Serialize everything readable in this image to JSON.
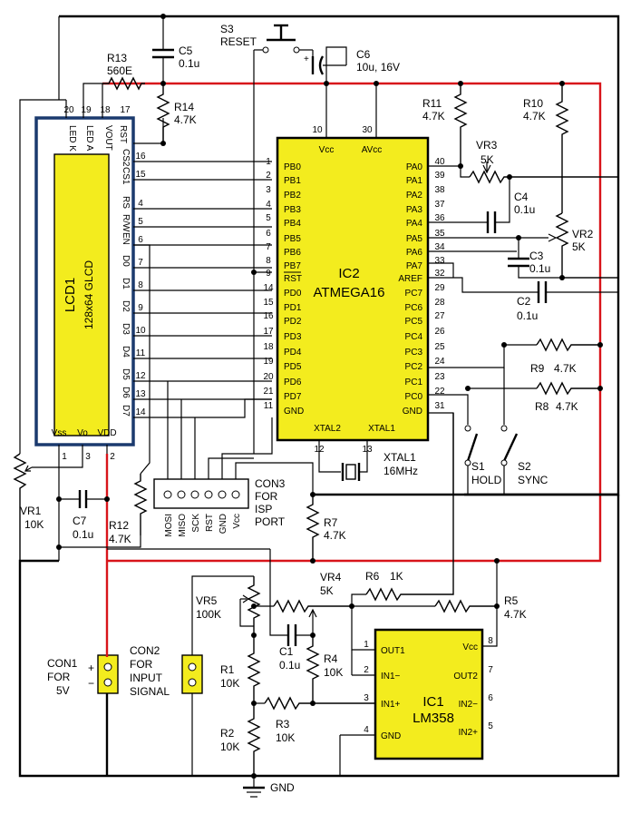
{
  "colors": {
    "chip_fill": "#f3ec1e",
    "vcc_rail": "#d8141a",
    "wire": "#000000",
    "lcd_screen": "#f3ec1e"
  },
  "lcd": {
    "name": "LCD1",
    "type": "128x64 GLCD",
    "top_pins": [
      {
        "num": "20",
        "name": "LED K"
      },
      {
        "num": "19",
        "name": "LED A"
      },
      {
        "num": "18",
        "name": "VOUT"
      },
      {
        "num": "17",
        "name": "RST"
      },
      {
        "num": "16",
        "name": "CS2"
      },
      {
        "num": "15",
        "name": "CS1"
      },
      {
        "num": "4",
        "name": "RS"
      },
      {
        "num": "5",
        "name": "R/W"
      },
      {
        "num": "6",
        "name": "EN"
      },
      {
        "num": "7",
        "name": "D0"
      },
      {
        "num": "8",
        "name": "D1"
      },
      {
        "num": "9",
        "name": "D2"
      },
      {
        "num": "10",
        "name": "D3"
      },
      {
        "num": "11",
        "name": "D4"
      },
      {
        "num": "12",
        "name": "D5"
      },
      {
        "num": "13",
        "name": "D6"
      },
      {
        "num": "14",
        "name": "D7"
      }
    ],
    "bottom_pins": [
      {
        "num": "1",
        "name": "Vss"
      },
      {
        "num": "3",
        "name": "Vo"
      },
      {
        "num": "2",
        "name": "VDD"
      }
    ]
  },
  "ic2": {
    "name": "IC2",
    "part": "ATMEGA16",
    "vcc": {
      "num": "10",
      "name": "Vcc"
    },
    "avcc": {
      "num": "30",
      "name": "AVcc"
    },
    "left_pins": [
      {
        "num": "1",
        "name": "PB0"
      },
      {
        "num": "2",
        "name": "PB1"
      },
      {
        "num": "3",
        "name": "PB2"
      },
      {
        "num": "4",
        "name": "PB3"
      },
      {
        "num": "5",
        "name": "PB4"
      },
      {
        "num": "6",
        "name": "PB5"
      },
      {
        "num": "7",
        "name": "PB6"
      },
      {
        "num": "8",
        "name": "PB7"
      },
      {
        "num": "9",
        "name": "RST"
      },
      {
        "num": "14",
        "name": "PD0"
      },
      {
        "num": "15",
        "name": "PD1"
      },
      {
        "num": "16",
        "name": "PD2"
      },
      {
        "num": "17",
        "name": "PD3"
      },
      {
        "num": "18",
        "name": "PD4"
      },
      {
        "num": "19",
        "name": "PD5"
      },
      {
        "num": "20",
        "name": "PD6"
      },
      {
        "num": "21",
        "name": "PD7"
      },
      {
        "num": "11",
        "name": "GND"
      }
    ],
    "right_pins": [
      {
        "num": "40",
        "name": "PA0"
      },
      {
        "num": "39",
        "name": "PA1"
      },
      {
        "num": "38",
        "name": "PA2"
      },
      {
        "num": "37",
        "name": "PA3"
      },
      {
        "num": "36",
        "name": "PA4"
      },
      {
        "num": "35",
        "name": "PA5"
      },
      {
        "num": "34",
        "name": "PA6"
      },
      {
        "num": "33",
        "name": "PA7"
      },
      {
        "num": "32",
        "name": "AREF"
      },
      {
        "num": "29",
        "name": "PC7"
      },
      {
        "num": "28",
        "name": "PC6"
      },
      {
        "num": "27",
        "name": "PC5"
      },
      {
        "num": "26",
        "name": "PC4"
      },
      {
        "num": "25",
        "name": "PC3"
      },
      {
        "num": "24",
        "name": "PC2"
      },
      {
        "num": "23",
        "name": "PC1"
      },
      {
        "num": "22",
        "name": "PC0"
      },
      {
        "num": "31",
        "name": "GND"
      }
    ],
    "xtal2": {
      "num": "12",
      "name": "XTAL2"
    },
    "xtal1": {
      "num": "13",
      "name": "XTAL1"
    }
  },
  "ic1": {
    "name": "IC1",
    "part": "LM358",
    "left_pins": [
      {
        "num": "1",
        "name": "OUT1"
      },
      {
        "num": "2",
        "name": "IN1−"
      },
      {
        "num": "3",
        "name": "IN1+"
      },
      {
        "num": "4",
        "name": "GND"
      }
    ],
    "right_pins": [
      {
        "num": "8",
        "name": "Vcc"
      },
      {
        "num": "7",
        "name": "OUT2"
      },
      {
        "num": "6",
        "name": "IN2−"
      },
      {
        "num": "5",
        "name": "IN2+"
      }
    ]
  },
  "components": {
    "s3": {
      "name": "S3",
      "label": "RESET"
    },
    "c5": {
      "name": "C5",
      "value": "0.1u"
    },
    "c6": {
      "name": "C6",
      "value": "10u, 16V"
    },
    "r13": {
      "name": "R13",
      "value": "560E"
    },
    "r14": {
      "name": "R14",
      "value": "4.7K"
    },
    "r11": {
      "name": "R11",
      "value": "4.7K"
    },
    "r10": {
      "name": "R10",
      "value": "4.7K"
    },
    "vr3": {
      "name": "VR3",
      "value": "5K"
    },
    "vr2": {
      "name": "VR2",
      "value": "5K"
    },
    "c4": {
      "name": "C4",
      "value": "0.1u"
    },
    "c3": {
      "name": "C3",
      "value": "0.1u"
    },
    "c2": {
      "name": "C2",
      "value": "0.1u"
    },
    "r9": {
      "name": "R9",
      "value": "4.7K"
    },
    "r8": {
      "name": "R8",
      "value": "4.7K"
    },
    "s1": {
      "name": "S1",
      "label": "HOLD"
    },
    "s2": {
      "name": "S2",
      "label": "SYNC"
    },
    "xtal1": {
      "name": "XTAL1",
      "value": "16MHz"
    },
    "vr1": {
      "name": "VR1",
      "value": "10K"
    },
    "c7": {
      "name": "C7",
      "value": "0.1u"
    },
    "r12": {
      "name": "R12",
      "value": "4.7K"
    },
    "r7": {
      "name": "R7",
      "value": "4.7K"
    },
    "vr4": {
      "name": "VR4",
      "value": "5K"
    },
    "r6": {
      "name": "R6",
      "value": "1K"
    },
    "r5": {
      "name": "R5",
      "value": "4.7K"
    },
    "vr5": {
      "name": "VR5",
      "value": "100K"
    },
    "c1": {
      "name": "C1",
      "value": "0.1u"
    },
    "r4": {
      "name": "R4",
      "value": "10K"
    },
    "r1": {
      "name": "R1",
      "value": "10K"
    },
    "r3": {
      "name": "R3",
      "value": "10K"
    },
    "r2": {
      "name": "R2",
      "value": "10K"
    }
  },
  "con3": {
    "name": "CON3",
    "desc1": "FOR",
    "desc2": "ISP",
    "desc3": "PORT",
    "pins": [
      "MOSI",
      "MISO",
      "SCK",
      "RST",
      "GND",
      "Vcc"
    ]
  },
  "con1": {
    "name": "CON1",
    "desc1": "FOR",
    "desc2": "5V",
    "plus": "+",
    "minus": "−"
  },
  "con2": {
    "name": "CON2",
    "desc1": "FOR",
    "desc2": "INPUT",
    "desc3": "SIGNAL"
  },
  "gnd_label": "GND"
}
